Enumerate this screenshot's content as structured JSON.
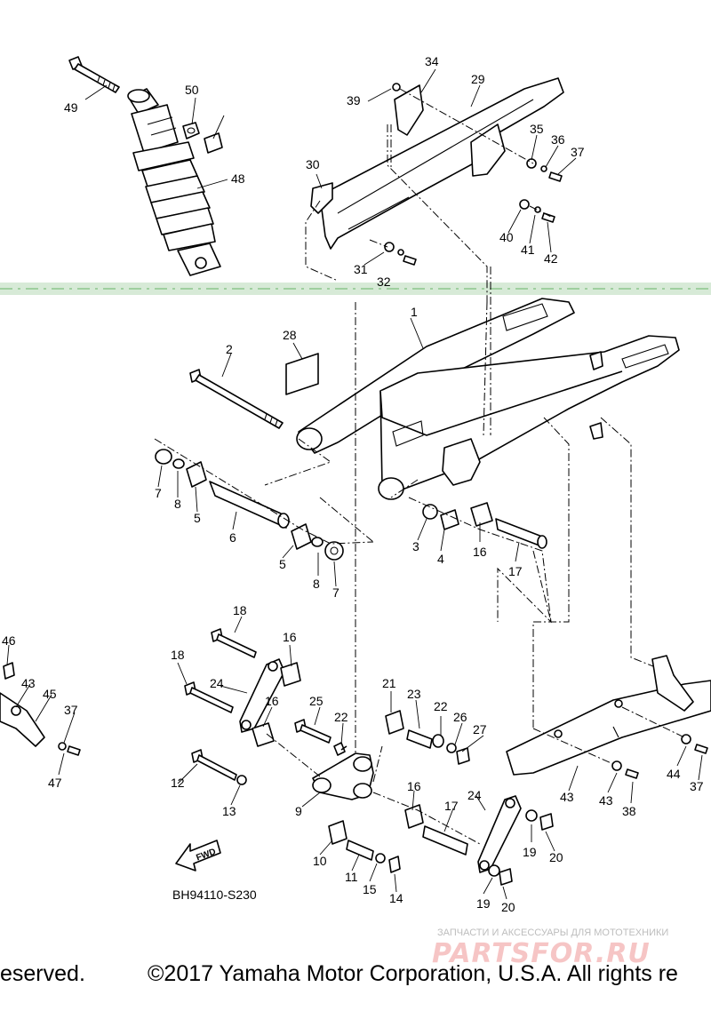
{
  "diagram": {
    "code": "BH94110-S230",
    "fwd_label": "FWD",
    "callouts": [
      "1",
      "2",
      "3",
      "4",
      "5",
      "5",
      "6",
      "7",
      "7",
      "8",
      "8",
      "9",
      "10",
      "11",
      "12",
      "13",
      "14",
      "15",
      "16",
      "16",
      "16",
      "16",
      "17",
      "17",
      "18",
      "18",
      "19",
      "19",
      "20",
      "20",
      "21",
      "22",
      "22",
      "23",
      "24",
      "24",
      "25",
      "26",
      "27",
      "28",
      "29",
      "30",
      "31",
      "32",
      "34",
      "35",
      "36",
      "37",
      "37",
      "37",
      "38",
      "39",
      "40",
      "41",
      "42",
      "43",
      "43",
      "43",
      "44",
      "45",
      "46",
      "47",
      "48",
      "49",
      "50"
    ]
  },
  "footer": {
    "left": "eserved.",
    "right": "©2017 Yamaha Motor Corporation, U.S.A. All rights re"
  },
  "watermark": {
    "caption": "ЗАПЧАСТИ И АКСЕССУАРЫ ДЛЯ МОТОТЕХНИКИ",
    "logo": "PARTSFOR.RU"
  }
}
